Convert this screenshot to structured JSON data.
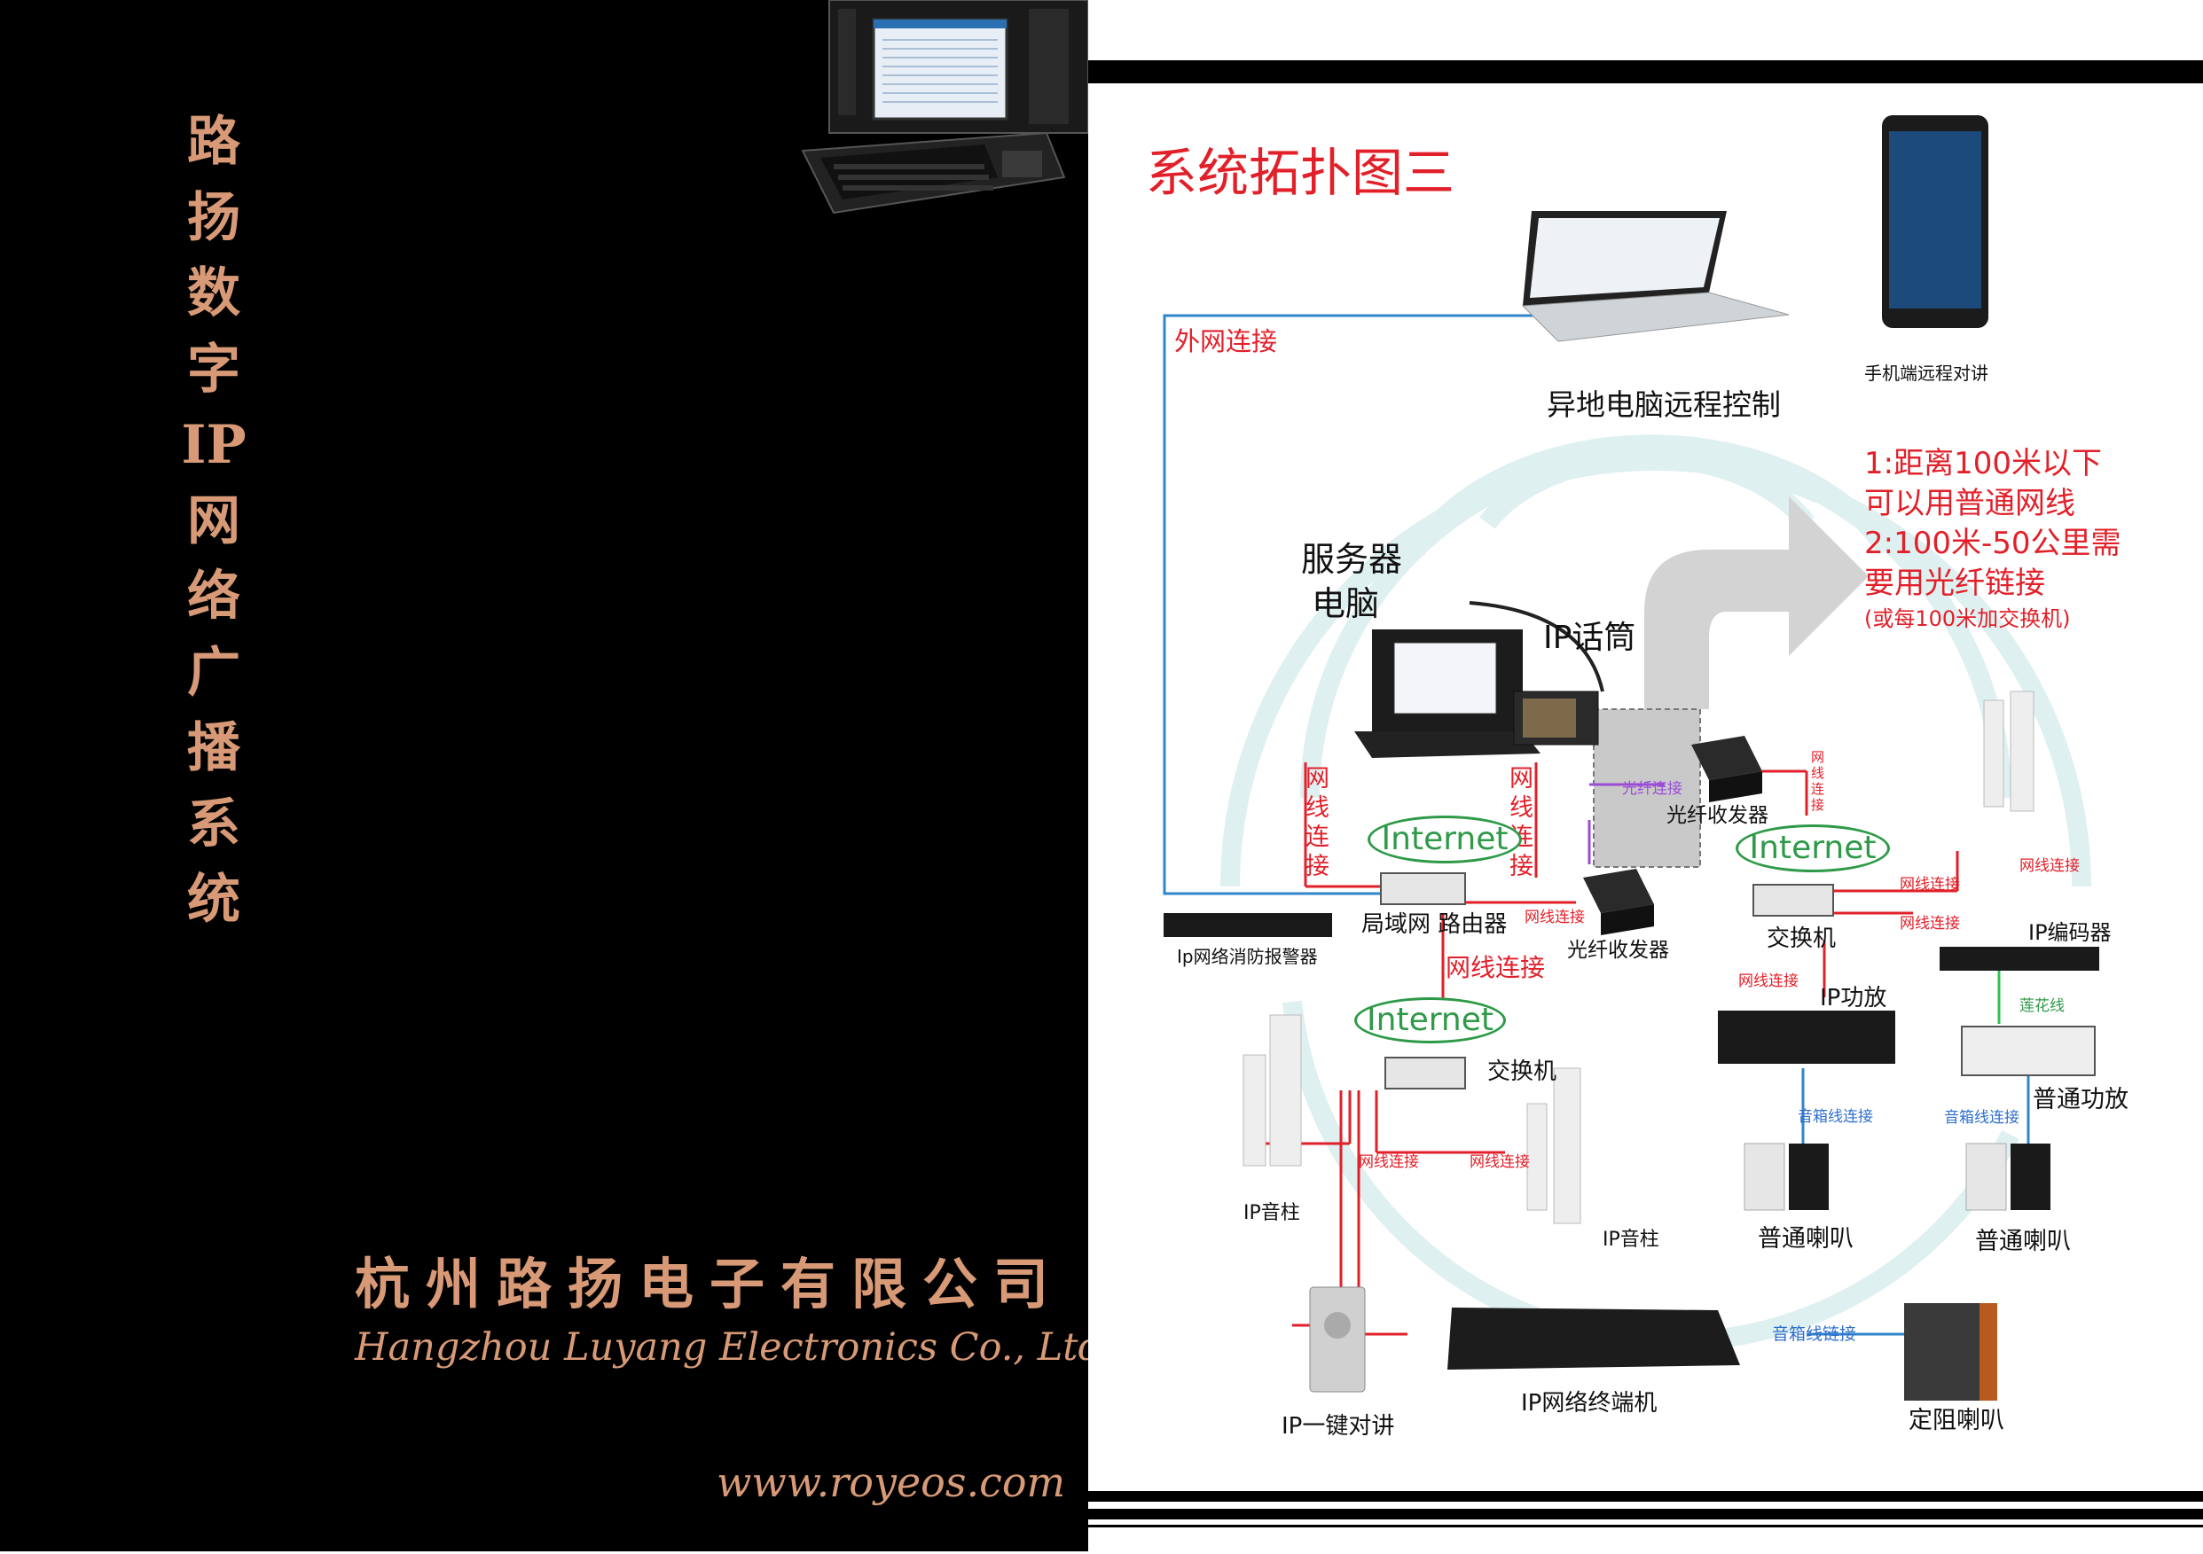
{
  "left_panel": {
    "vertical_title": [
      "路",
      "扬",
      "数",
      "字",
      "IP",
      "网",
      "络",
      "广",
      "播",
      "系",
      "统"
    ],
    "company_cn": "杭州路扬电子有限公司",
    "company_en": "Hangzhou Luyang Electronics Co., Ltd.",
    "website": "www.royeos.com"
  },
  "diagram": {
    "title": "系统拓扑图三",
    "notes": {
      "line1": "1:距离100米以下",
      "line2": "可以用普通网线",
      "line3": "2:100米-50公里需",
      "line4": "要用光纤链接",
      "line5": "(或每100米加交换机)"
    },
    "labels": {
      "remote_pc": "异地电脑远程控制",
      "mobile": "手机端远程对讲",
      "outer_net": "外网连接",
      "server_1": "服务器",
      "server_2": "电脑",
      "ip_mic": "IP话筒",
      "net_link_v1": "网线连接",
      "net_link_v2": "网线连接",
      "net_link_v3": "网线连接",
      "net_link_main": "网线连接",
      "net_link_small_1": "网线连接",
      "net_link_small_2": "网线连接",
      "net_link_small_3": "网线连接",
      "net_link_small_4": "网线连接",
      "net_link_small_5": "网线连接",
      "net_link_small_6": "网线连接",
      "net_link_small_7": "网线连接",
      "fiber_link": "光纤连接",
      "fiber_tx_top": "光纤收发器",
      "fiber_tx_bottom": "光纤收发器",
      "internet_1": "Internet",
      "internet_2": "Internet",
      "internet_3": "Internet",
      "lan_router": "局域网  路由器",
      "switch_right": "交换机",
      "switch_left": "交换机",
      "fire_alarm": "Ip网络消防报警器",
      "ip_encoder": "IP编码器",
      "ip_amp": "IP功放",
      "rca_line": "莲花线",
      "normal_amp": "普通功放",
      "speaker_line_1": "音箱线连接",
      "speaker_line_2": "音箱线连接",
      "speaker_line_3": "音箱线链接",
      "normal_speaker_1": "普通喇叭",
      "normal_speaker_2": "普通喇叭",
      "ip_column_left": "IP音柱",
      "ip_column_right": "IP音柱",
      "ip_intercom": "IP一键对讲",
      "ip_terminal": "IP网络终端机",
      "fixed_speaker": "定阻喇叭"
    }
  }
}
